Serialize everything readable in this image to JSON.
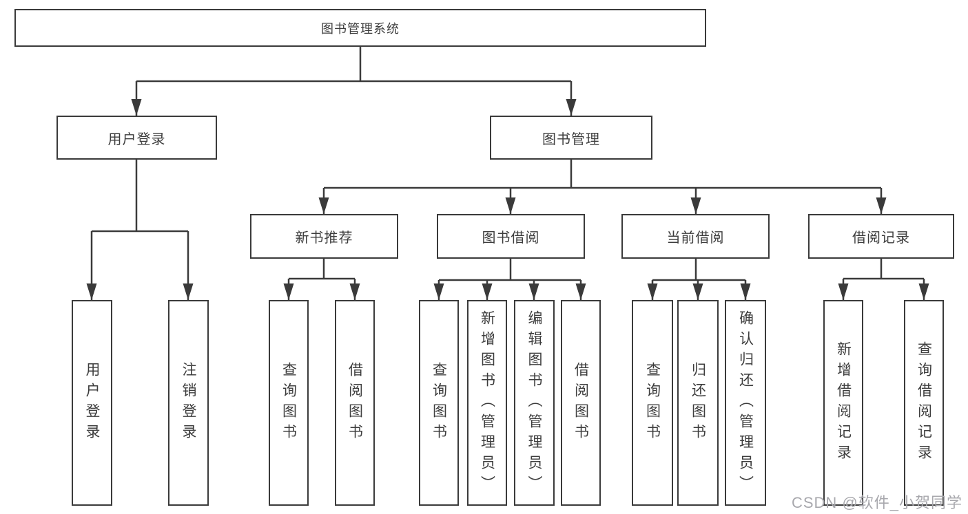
{
  "diagram": {
    "colors": {
      "line": "#3a3a3a",
      "node_border": "#3a3a3a",
      "text": "#3d3d3d",
      "background": "#ffffff",
      "watermark": "#a8a8ad"
    },
    "tree": {
      "label": "图书管理系统",
      "children": [
        {
          "label": "用户登录",
          "children": [
            {
              "label": "用户登录"
            },
            {
              "label": "注销登录"
            }
          ]
        },
        {
          "label": "图书管理",
          "children": [
            {
              "label": "新书推荐",
              "children": [
                {
                  "label": "查询图书"
                },
                {
                  "label": "借阅图书"
                }
              ]
            },
            {
              "label": "图书借阅",
              "children": [
                {
                  "label": "查询图书"
                },
                {
                  "label": "新增图书（管理员）"
                },
                {
                  "label": "编辑图书（管理员）"
                },
                {
                  "label": "借阅图书"
                }
              ]
            },
            {
              "label": "当前借阅",
              "children": [
                {
                  "label": "查询图书"
                },
                {
                  "label": "归还图书"
                },
                {
                  "label": "确认归还（管理员）"
                }
              ]
            },
            {
              "label": "借阅记录",
              "children": [
                {
                  "label": "新增借阅记录"
                },
                {
                  "label": "查询借阅记录"
                }
              ]
            }
          ]
        }
      ]
    },
    "watermark": "CSDN @软件_小贺同学"
  }
}
